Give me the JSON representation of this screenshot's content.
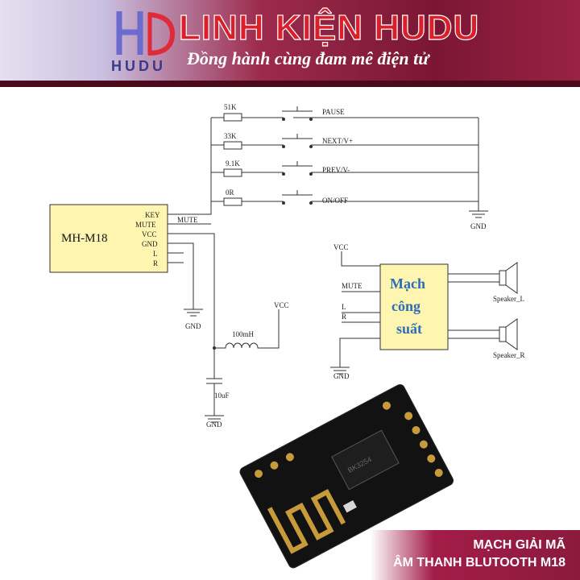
{
  "header": {
    "logo_text": "HUDU",
    "brand_title": "LINH KIỆN HUDU",
    "tagline": "Đồng hành cùng đam mê điện tử"
  },
  "schematic": {
    "module_label": "MH-M18",
    "pins": [
      "KEY",
      "MUTE",
      "VCC",
      "GND",
      "L",
      "R"
    ],
    "mute_net": "MUTE",
    "resistors": [
      "51K",
      "33K",
      "9.1K",
      "0R"
    ],
    "buttons": [
      "PAUSE",
      "NEXT/V+",
      "PREV/V-",
      "ON/OFF"
    ],
    "gnd_labels": [
      "GND",
      "GND",
      "GND",
      "GND"
    ],
    "inductor": "100mH",
    "capacitor": "10uF",
    "vcc_labels": [
      "VCC",
      "VCC"
    ],
    "amp_lines": [
      "Mạch",
      "công",
      "suất"
    ],
    "amp_inputs": [
      "MUTE",
      "L",
      "R"
    ],
    "speakers": [
      "Speaker_L",
      "Speaker_R"
    ]
  },
  "photo": {
    "chip_marking": "BK3254"
  },
  "caption": {
    "line1": "MẠCH GIẢI MÃ",
    "line2": "ÂM THANH BLUTOOTH M18"
  },
  "colors": {
    "banner_red": "#d81f2a",
    "banner_dark": "#7a1634",
    "module_fill": "#fdf5b0",
    "amp_text": "#2f6db5"
  }
}
